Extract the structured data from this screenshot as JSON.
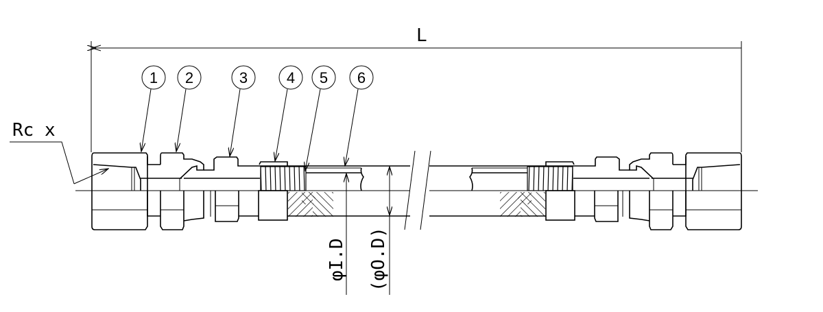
{
  "dimension_length_label": "L",
  "thread_label": "Rc x",
  "inner_diameter_label": "φI.D",
  "outer_diameter_label": "(φO.D)",
  "part_numbers": [
    "1",
    "2",
    "3",
    "4",
    "5",
    "6"
  ]
}
